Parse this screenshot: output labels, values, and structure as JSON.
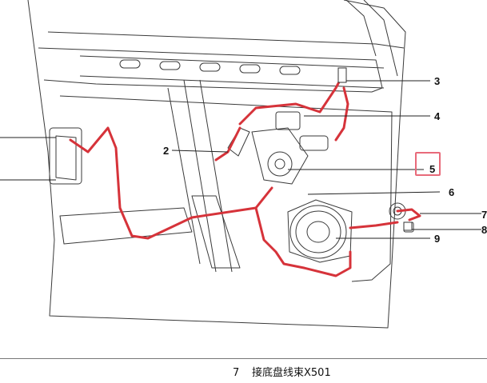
{
  "callouts": [
    "2",
    "3",
    "4",
    "5",
    "6",
    "7",
    "8",
    "9"
  ],
  "caption": {
    "number": "7",
    "text": "接底盘线束X501"
  },
  "colors": {
    "harness": "#d6333a",
    "line": "#333333",
    "highlight": "#e86a7a"
  }
}
